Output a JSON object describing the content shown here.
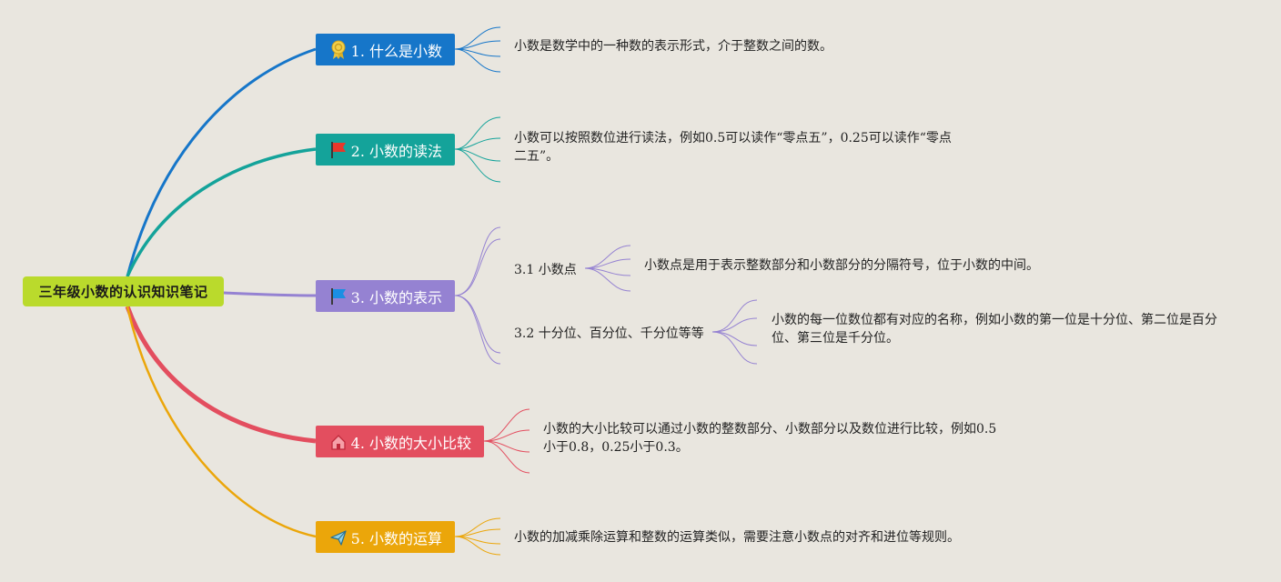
{
  "root": {
    "label": "三年级小数的认识知识笔记"
  },
  "colors": {
    "background": "#e9e6df",
    "root": "#bada2c",
    "topic1": "#1676c9",
    "topic2": "#14a39a",
    "topic3": "#9582d2",
    "topic4": "#e34e5f",
    "topic5": "#eba60a"
  },
  "topics": [
    {
      "label": "1. 什么是小数",
      "icon": "award-ribbon-icon",
      "note": "小数是数学中的一种数的表示形式，介于整数之间的数。"
    },
    {
      "label": "2. 小数的读法",
      "icon": "red-flag-icon",
      "note": "小数可以按照数位进行读法，例如0.5可以读作“零点五”，0.25可以读作“零点二五”。"
    },
    {
      "label": "3. 小数的表示",
      "icon": "blue-flag-icon",
      "subtopics": [
        {
          "label": "3.1 小数点",
          "note": "小数点是用于表示整数部分和小数部分的分隔符号，位于小数的中间。"
        },
        {
          "label": "3.2 十分位、百分位、千分位等等",
          "note": "小数的每一位数位都有对应的名称，例如小数的第一位是十分位、第二位是百分位、第三位是千分位。"
        }
      ]
    },
    {
      "label": "4. 小数的大小比较",
      "icon": "house-icon",
      "note": "小数的大小比较可以通过小数的整数部分、小数部分以及数位进行比较，例如0.5小于0.8，0.25小于0.3。"
    },
    {
      "label": "5. 小数的运算",
      "icon": "paper-plane-icon",
      "note": "小数的加减乘除运算和整数的运算类似，需要注意小数点的对齐和进位等规则。"
    }
  ]
}
